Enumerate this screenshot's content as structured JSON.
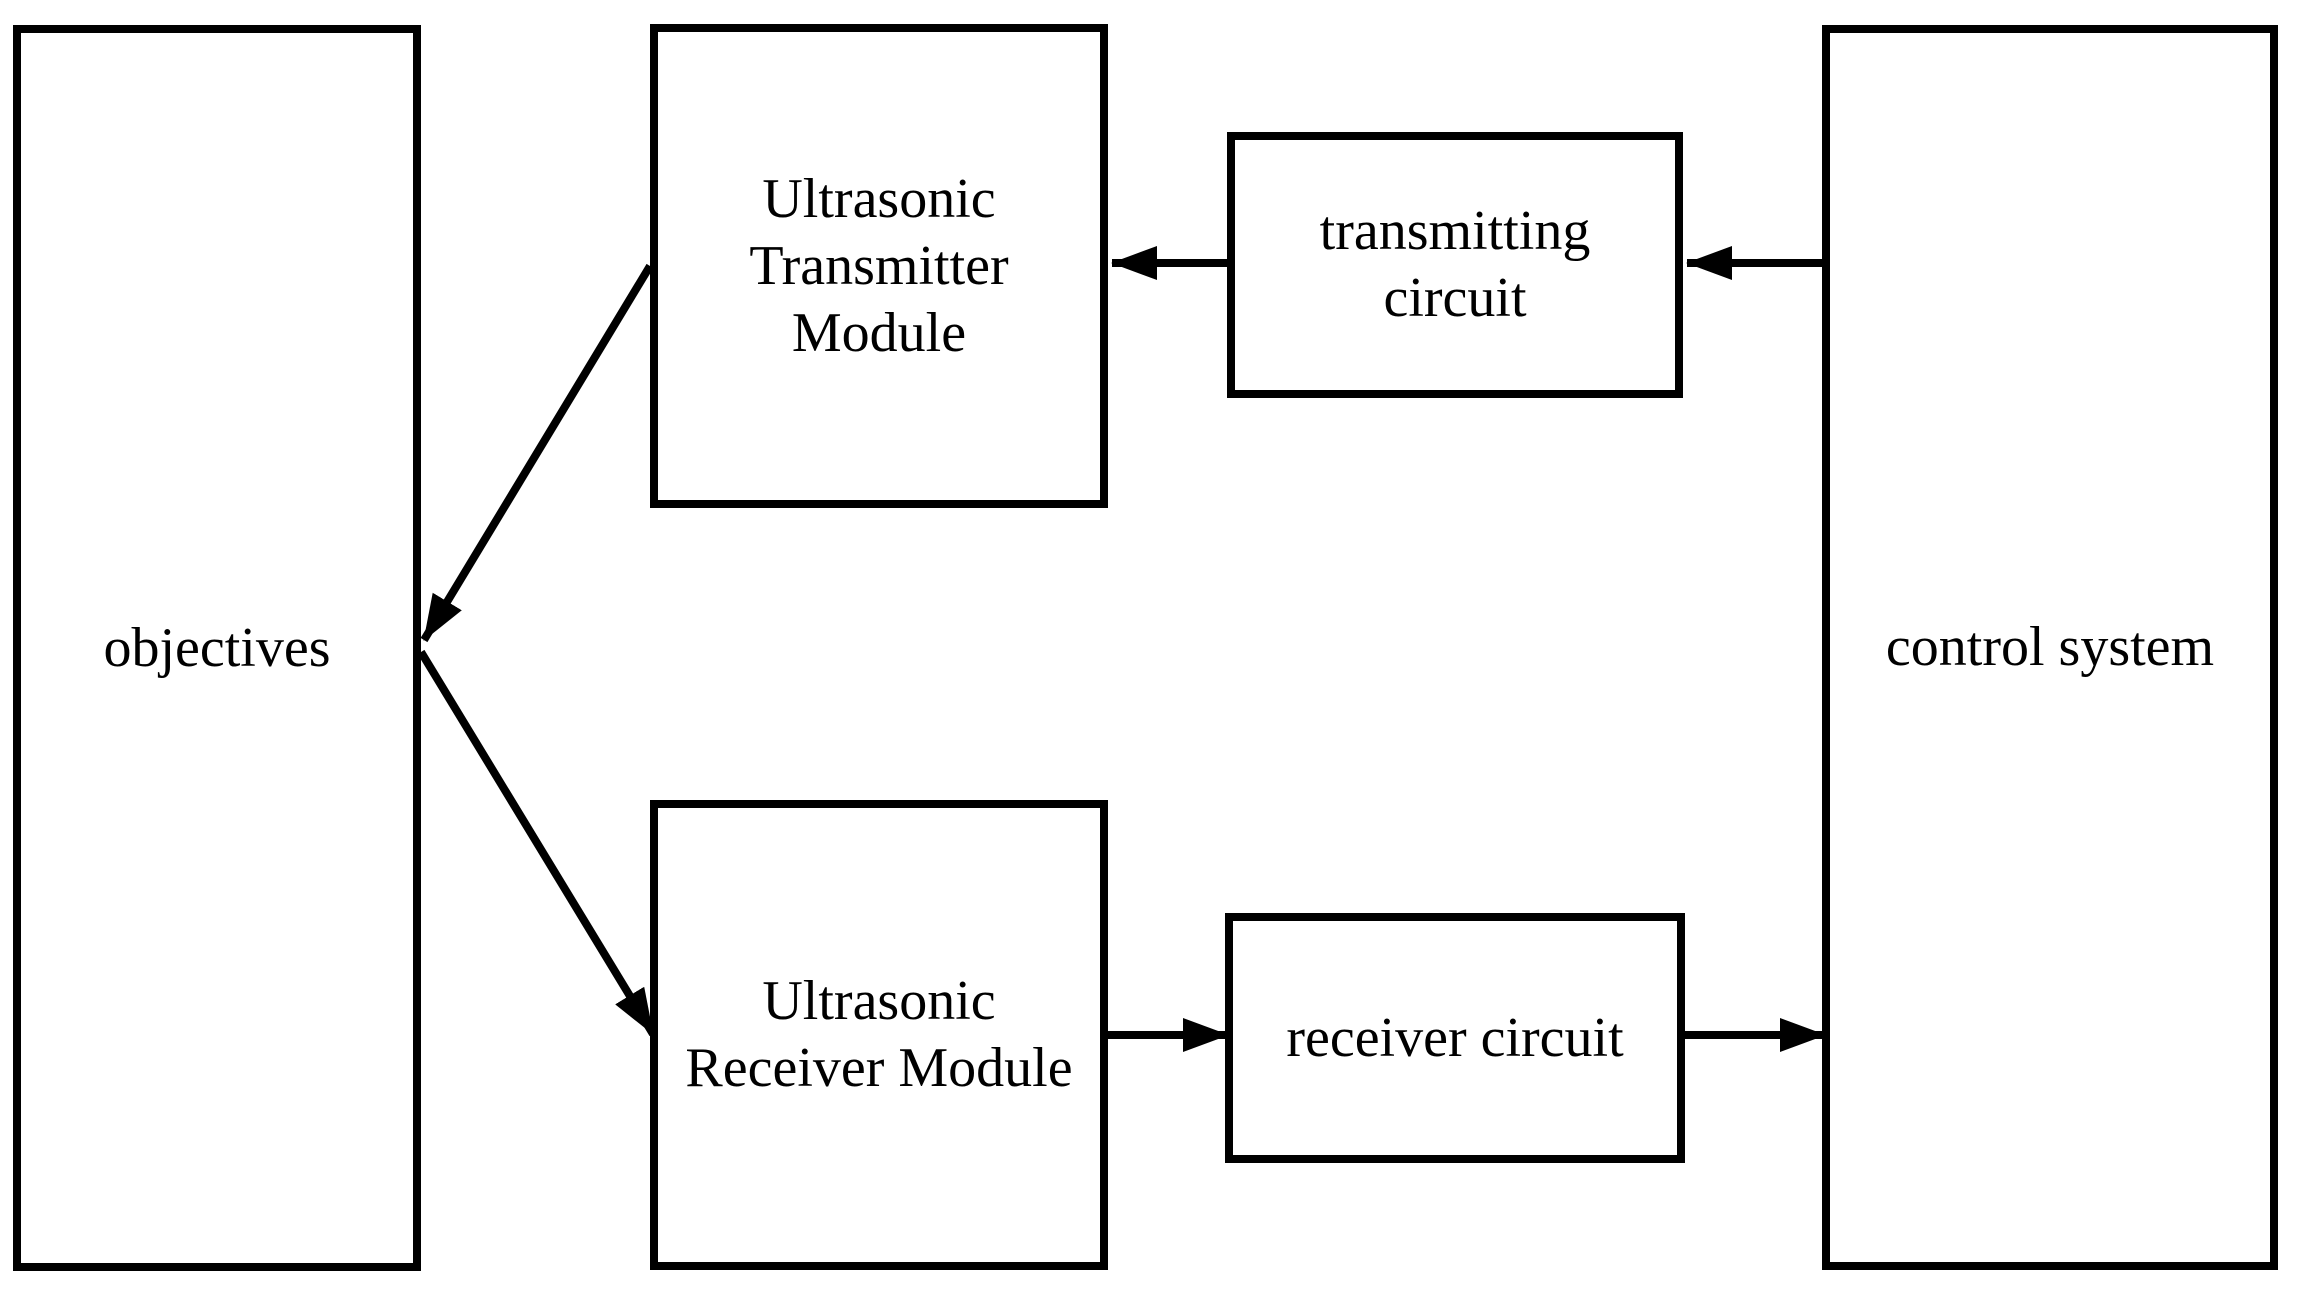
{
  "diagram": {
    "background_color": "#ffffff",
    "ink_color": "#000000",
    "nodes": {
      "objectives": {
        "label": "objectives"
      },
      "ultrasonic_transmitter_module": {
        "label": "Ultrasonic\nTransmitter\nModule"
      },
      "transmitting_circuit": {
        "label": "transmitting\ncircuit"
      },
      "control_system": {
        "label": "control system"
      },
      "ultrasonic_receiver_module": {
        "label": "Ultrasonic\nReceiver Module"
      },
      "receiver_circuit": {
        "label": "receiver circuit"
      }
    },
    "arrows": [
      {
        "from": "control_system",
        "to": "transmitting_circuit",
        "direction": "left"
      },
      {
        "from": "transmitting_circuit",
        "to": "ultrasonic_transmitter_module",
        "direction": "left"
      },
      {
        "from": "ultrasonic_transmitter_module",
        "to": "objectives",
        "direction": "down-left"
      },
      {
        "from": "objectives",
        "to": "ultrasonic_receiver_module",
        "direction": "down-right"
      },
      {
        "from": "ultrasonic_receiver_module",
        "to": "receiver_circuit",
        "direction": "right"
      },
      {
        "from": "receiver_circuit",
        "to": "control_system",
        "direction": "right"
      }
    ]
  }
}
